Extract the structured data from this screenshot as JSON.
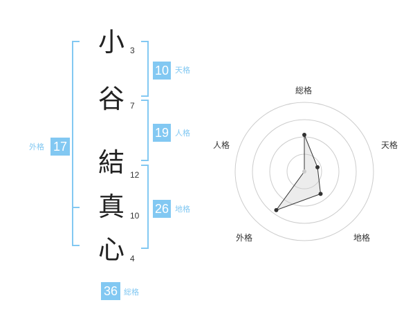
{
  "name_chars": [
    {
      "char": "小",
      "strokes": "3"
    },
    {
      "char": "谷",
      "strokes": "7"
    },
    {
      "char": "結",
      "strokes": "12"
    },
    {
      "char": "真",
      "strokes": "10"
    },
    {
      "char": "心",
      "strokes": "4"
    }
  ],
  "fortunes": {
    "tenkaku": {
      "value": "10",
      "label": "天格"
    },
    "jinkaku": {
      "value": "19",
      "label": "人格"
    },
    "chikaku": {
      "value": "26",
      "label": "地格"
    },
    "gaikaku": {
      "value": "17",
      "label": "外格"
    },
    "soukaku": {
      "value": "36",
      "label": "総格"
    }
  },
  "colors": {
    "accent": "#82c8f2",
    "text": "#222222",
    "ring": "#cccccc"
  },
  "chart_data": {
    "type": "radar",
    "axes": [
      "総格",
      "天格",
      "地格",
      "外格",
      "人格"
    ],
    "values": [
      0.53,
      0.2,
      0.4,
      0.69,
      0
    ],
    "rings": 4
  }
}
